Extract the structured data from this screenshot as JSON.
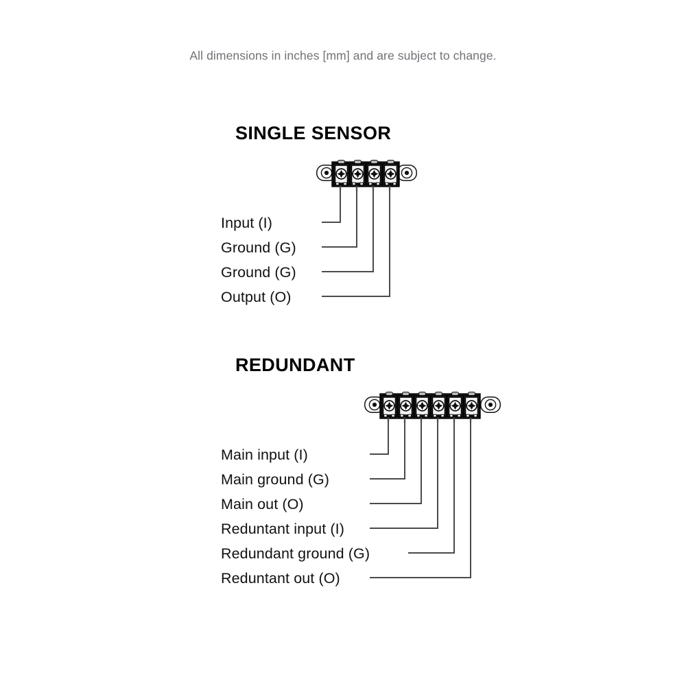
{
  "page": {
    "note": "All dimensions in inches [mm] and are subject to change.",
    "background_color": "#ffffff",
    "note_color": "#6f7277",
    "line_color": "#4a4a4a",
    "text_color": "#111111"
  },
  "sections": [
    {
      "id": "single-sensor",
      "title": "SINGLE SENSOR",
      "connector": {
        "type": "screw-terminal-block",
        "positions": 4,
        "mounting_ears": 2,
        "screw_head": "phillips-cross"
      },
      "pins": [
        {
          "index": 1,
          "label": "Input (I)"
        },
        {
          "index": 2,
          "label": "Ground (G)"
        },
        {
          "index": 3,
          "label": "Ground (G)"
        },
        {
          "index": 4,
          "label": "Output (O)"
        }
      ]
    },
    {
      "id": "redundant",
      "title": "REDUNDANT",
      "connector": {
        "type": "screw-terminal-block",
        "positions": 6,
        "mounting_ears": 2,
        "screw_head": "phillips-cross"
      },
      "pins": [
        {
          "index": 1,
          "label": "Main input (I)"
        },
        {
          "index": 2,
          "label": "Main ground (G)"
        },
        {
          "index": 3,
          "label": "Main out (O)"
        },
        {
          "index": 4,
          "label": "Reduntant input (I)"
        },
        {
          "index": 5,
          "label": "Redundant ground (G)"
        },
        {
          "index": 6,
          "label": "Reduntant out (O)"
        }
      ]
    }
  ]
}
